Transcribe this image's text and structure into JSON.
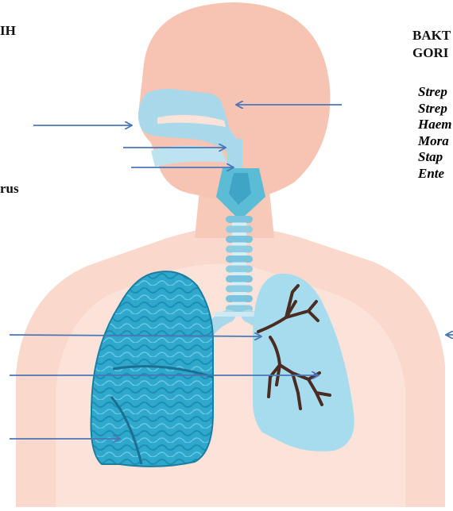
{
  "labels": {
    "left_top": "IH",
    "left_mid": "rus"
  },
  "right_panel": {
    "heading_line1": "BAKT",
    "heading_line2": "GORI",
    "species": [
      "Strep",
      "Strep",
      "Haem",
      "Mora",
      "Stap",
      "Ente"
    ]
  },
  "colors": {
    "skin": "#f9d3c6",
    "skin_light": "#fce6dd",
    "airway": "#a8d8ea",
    "airway_dark": "#5bbcd6",
    "lung_textured": "#2ea8cc",
    "lung_plain": "#a6dced",
    "bronchi": "#4a2c22",
    "arrow": "#4a76b8"
  }
}
